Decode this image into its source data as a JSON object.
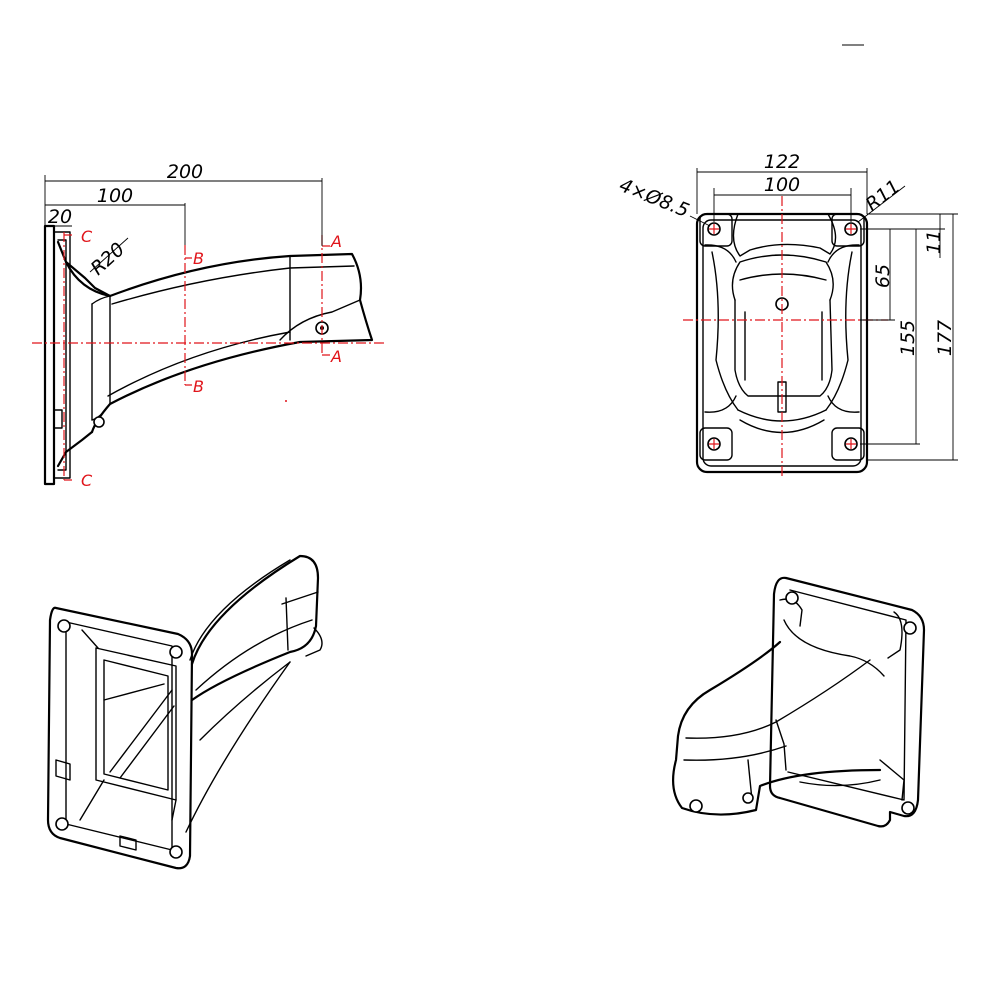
{
  "side_view": {
    "dims": {
      "overall_length": "200",
      "half_length": "100",
      "flange_offset": "20",
      "radius": "R20"
    },
    "section_marks": {
      "a": "A",
      "b": "B",
      "c": "C"
    }
  },
  "front_view": {
    "dims": {
      "outer_width": "122",
      "hole_spacing": "100",
      "holes": "4×Ø8.5",
      "corner_radius": "R11",
      "dim_11": "11",
      "dim_65": "65",
      "dim_155": "155",
      "dim_177": "177"
    }
  }
}
